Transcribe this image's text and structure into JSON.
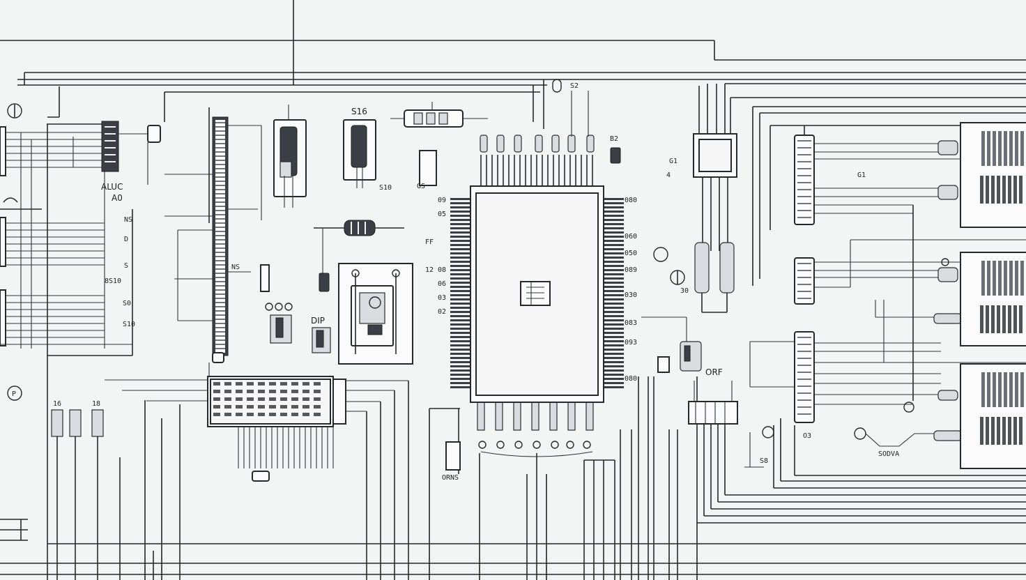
{
  "colors": {
    "background": "#f3f4f4",
    "ink": "#25282c",
    "component_fill": "#fbfbfb",
    "pad_fill": "#dadcdf"
  },
  "labels": {
    "left_chip_label": "ALUC",
    "left_a0": "A0",
    "left_ns": "NS",
    "left_d": "D",
    "left_s": "S",
    "left_8sa": "8S10",
    "left_s1": "S0",
    "left_ss": "S10",
    "top_516": "S16",
    "top_s10": "S10",
    "top_s2": "S2",
    "top_b2": "B2",
    "gs_label": "GS",
    "dip_label": "DIP",
    "orf_label": "ORF",
    "gi_label": "G1",
    "g1_label": "G1",
    "right_sodva": "SODVA",
    "right_o3": "O3",
    "right_s8": "S8",
    "bottom_orns": "ORNS",
    "left_16": "16",
    "left_18": "18",
    "left_p": "P",
    "pin_col_09": "09",
    "pin_col_05": "05",
    "pin_col_08": "08",
    "pin_col_06": "06",
    "pin_col_03": "03",
    "pin_col_02": "02",
    "pin_col_12": "12",
    "pin_col_r1": "080",
    "pin_col_r2": "060",
    "pin_col_r3": "050",
    "pin_col_r4": "089",
    "pin_col_r5": "030",
    "pin_col_r6": "083",
    "pin_col_r7": "093",
    "pin_col_r8": "080",
    "g30": "30",
    "g4": "4",
    "mid_ns": "NS",
    "mid_ff": "FF"
  }
}
